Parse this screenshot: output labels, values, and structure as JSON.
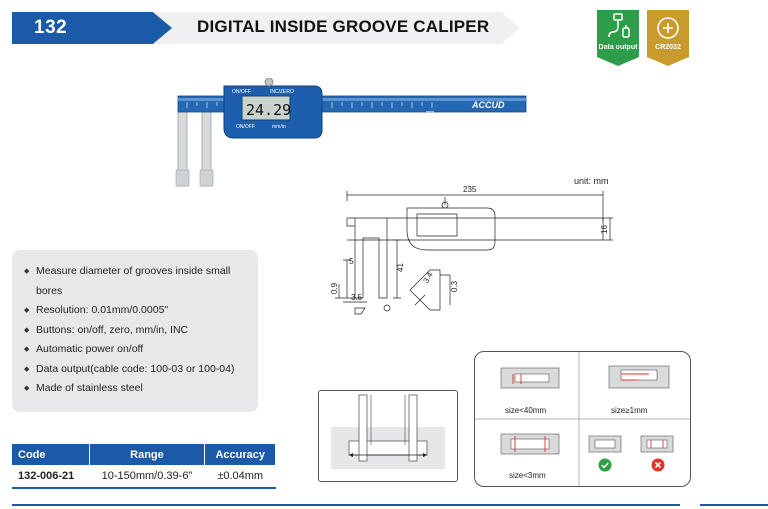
{
  "header": {
    "number": "132",
    "title": "DIGITAL INSIDE GROOVE CALIPER"
  },
  "badges": [
    {
      "label": "Data output",
      "color": "#2e9d4a",
      "icon": "usb-cable-icon"
    },
    {
      "label": "CR2032",
      "color": "#c99a2c",
      "icon": "battery-icon"
    }
  ],
  "features": [
    "Measure diameter of grooves inside small bores",
    "Resolution: 0.01mm/0.0005\"",
    "Buttons: on/off, zero, mm/in, INC",
    "Automatic power on/off",
    "Data output(cable code: 100-03 or 100-04)",
    "Made of stainless steel"
  ],
  "table": {
    "headers": [
      "Code",
      "Range",
      "Accuracy"
    ],
    "row": [
      "132-006-21",
      "10-150mm/0.39-6\"",
      "±0.04mm"
    ]
  },
  "product": {
    "display": "24.29",
    "brand": "ACCUD",
    "btn_top_left": "ON/OFF",
    "btn_top_right": "INC/ZERO",
    "btn_bottom_left": "ON/OFF",
    "btn_bottom_right": "mm/in",
    "unit_small": "mm"
  },
  "drawing": {
    "unit": "unit: mm",
    "dim_235": "235",
    "dim_16": "16",
    "dim_41": "41",
    "dim_5": "5",
    "dim_09": "0.9",
    "dim_35": "3.5",
    "dim_34": "3.4",
    "dim_03": "0.3"
  },
  "usage": {
    "size_lt40": "size<40mm",
    "size_ge1": "size≥1mm",
    "size_lt3": "size<3mm"
  },
  "colors": {
    "primary": "#1b5aa6",
    "badge_green": "#2e9d4a",
    "badge_gold": "#c99a2c",
    "ok": "#2ea043",
    "bad": "#e0352b"
  }
}
